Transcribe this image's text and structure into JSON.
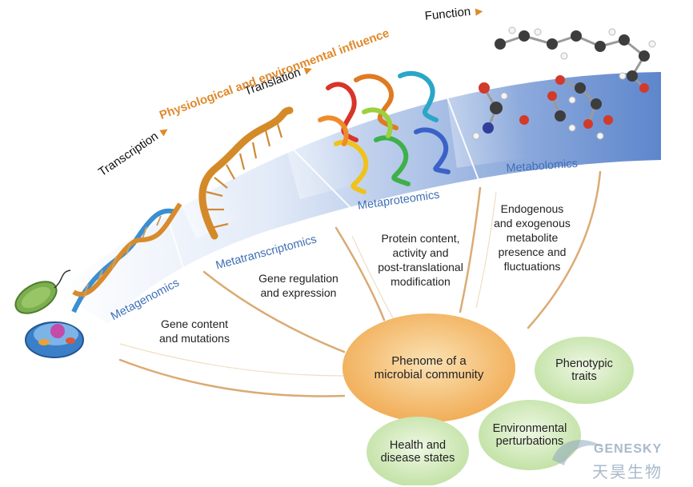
{
  "stages": {
    "transcription": "Transcription",
    "translation": "Translation",
    "function": "Function"
  },
  "influence": "Physiological and environmental influence",
  "omics": {
    "metagenomics": "Metagenomics",
    "metatranscriptomics": "Metatranscriptomics",
    "metaproteomics": "Metaproteomics",
    "metabolomics": "Metabolomics"
  },
  "descriptions": {
    "gene_content": [
      "Gene content",
      "and mutations"
    ],
    "gene_regulation": [
      "Gene regulation",
      "and expression"
    ],
    "protein": [
      "Protein content,",
      "activity and",
      "post-translational",
      "modification"
    ],
    "metabolite": [
      "Endogenous",
      "and exogenous",
      "metabolite",
      "presence and",
      "fluctuations"
    ]
  },
  "center": [
    "Phenome of a",
    "microbial community"
  ],
  "outcomes": {
    "phenotypic": [
      "Phenotypic",
      "traits"
    ],
    "environmental": [
      "Environmental",
      "perturbations"
    ],
    "health": [
      "Health and",
      "disease states"
    ]
  },
  "watermark": {
    "latin": "GENESKY",
    "chinese": "天昊生物"
  },
  "colors": {
    "accent_orange": "#e0892c",
    "omic_blue": "#3f6fb5",
    "center_fill": "#f3b25c",
    "outcome_fill": "#cfe6b4"
  }
}
